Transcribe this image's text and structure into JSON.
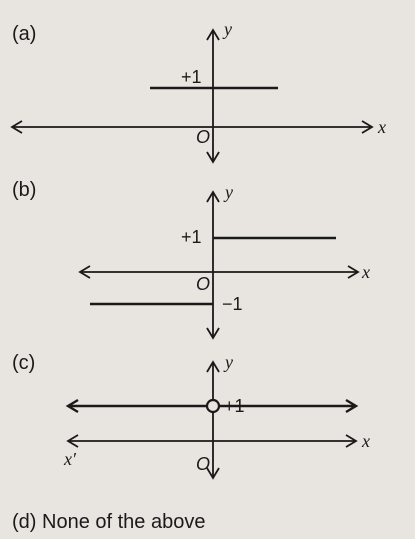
{
  "options": [
    {
      "label": "(a)",
      "y_axis_label": "y",
      "x_axis_label": "x",
      "origin_label": "O",
      "value_labels": [
        "+1"
      ]
    },
    {
      "label": "(b)",
      "y_axis_label": "y",
      "x_axis_label": "x",
      "origin_label": "O",
      "value_labels": [
        "+1",
        "−1"
      ]
    },
    {
      "label": "(c)",
      "y_axis_label": "y",
      "x_axis_label": "x",
      "x_axis_label_left": "x′",
      "origin_label": "O",
      "value_labels": [
        "+1"
      ]
    },
    {
      "label": "(d) None of the above"
    }
  ]
}
